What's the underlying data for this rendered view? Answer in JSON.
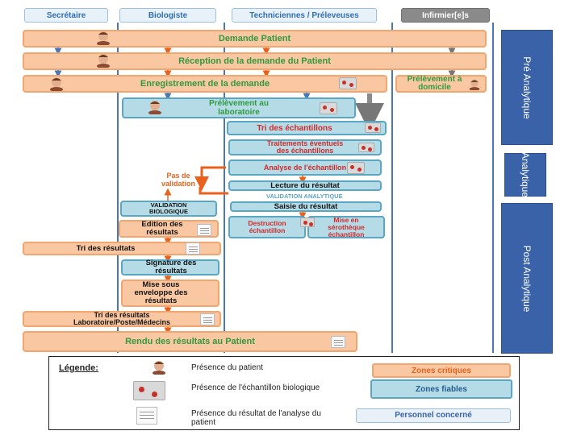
{
  "lanes": [
    "Secrétaire",
    "Biologiste",
    "Techniciennes / Préleveuses",
    "Infirmier[e]s"
  ],
  "phases": [
    "Pré Analytique",
    "Analytique",
    "Post Analytique"
  ],
  "steps": {
    "demande_patient": "Demande Patient",
    "reception": "Réception de la demande du  Patient",
    "enregistrement": "Enregistrement de la demande",
    "prelevement_domicile": "Prélèvement à domicile",
    "prelevement_labo": "Prélèvement au laboratoire",
    "tri_echantillons": "Tri des échantillons",
    "traitements": "Traitements éventuels des échantillons",
    "analyse": "Analyse de l'échantillon",
    "lecture": "Lecture du résultat",
    "validation_analytique": "VALIDATION ANALYTIQUE",
    "saisie": "Saisie du résultat",
    "destruction": "Destruction échantillon",
    "serotheque": "Mise en sérothèque échantillon",
    "pas_validation": "Pas de validation",
    "validation_bio": "VALIDATION BIOLOGIQUE",
    "edition": "Edition des résultats",
    "tri_resultats": "Tri des résultats",
    "signature": "Signature des résultats",
    "enveloppe": "Mise sous enveloppe des résultats",
    "tri_resultats_2": "Tri des résultats Laboratoire/Poste/Médecins",
    "rendu": "Rendu des résultats au Patient"
  },
  "legend": {
    "title": "Légende:",
    "presence_patient": "Présence du patient",
    "presence_echantillon": "Présence de l'échantillon biologique",
    "presence_resultat": "Présence du résultat de l'analyse du patient",
    "zones_critiques": "Zones critiques",
    "zones_fiables": "Zones fiables",
    "personnel": "Personnel concerné"
  },
  "colors": {
    "critical_fill": "#f9c7a2",
    "reliable_fill": "#b5dbe6",
    "phase_blue": "#3a62a8",
    "green_text": "#2e9b3e",
    "red_text": "#d12a2a",
    "orange_arrow": "#e8621e"
  }
}
